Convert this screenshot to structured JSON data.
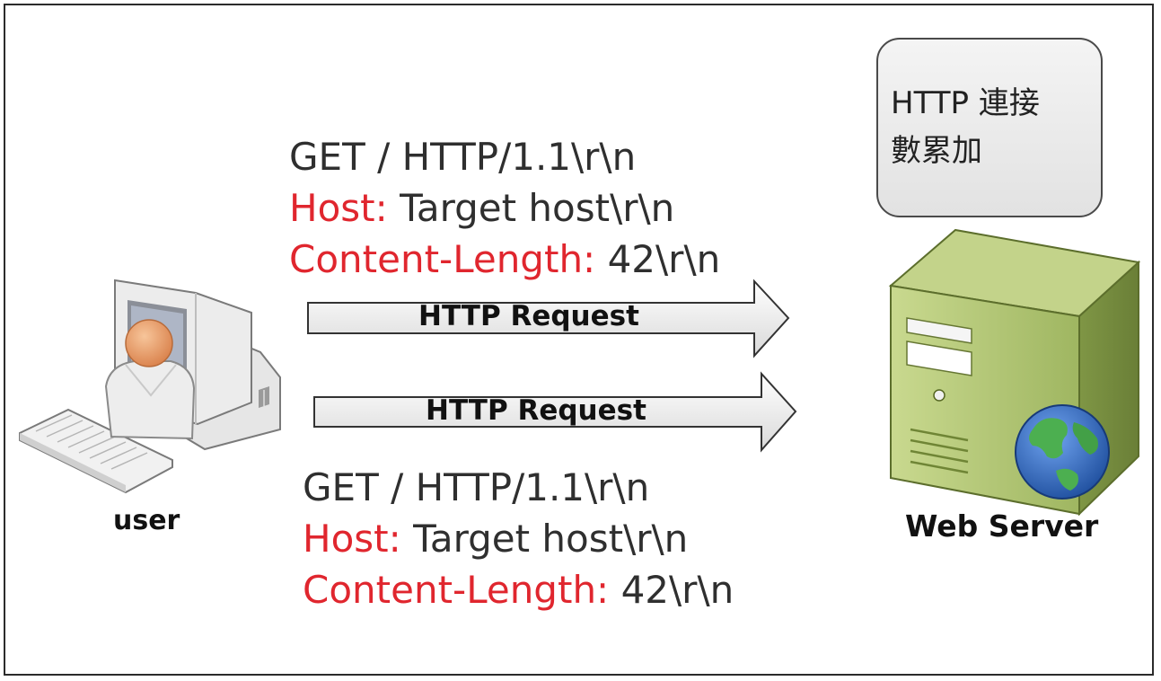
{
  "requests": [
    {
      "request_line": "GET / HTTP/1.1\\r\\n",
      "headers": [
        {
          "key": "Host:",
          "value": "Target host\\r\\n"
        },
        {
          "key": "Content-Length:",
          "value": "42\\r\\n"
        }
      ]
    },
    {
      "request_line": "GET / HTTP/1.1\\r\\n",
      "headers": [
        {
          "key": "Host:",
          "value": "Target host\\r\\n"
        },
        {
          "key": "Content-Length:",
          "value": "42\\r\\n"
        }
      ]
    }
  ],
  "arrows": [
    {
      "label": "HTTP Request"
    },
    {
      "label": "HTTP Request"
    }
  ],
  "client": {
    "label": "user",
    "icon": "user-computer-icon"
  },
  "server": {
    "label": "Web Server",
    "icon": "web-server-icon",
    "note": {
      "lines": [
        "HTTP 連接",
        "數累加"
      ]
    }
  },
  "colors": {
    "header_key": "#e0262e",
    "text": "#2f2f2f",
    "server_body": "#a7bf6a",
    "globe": "#2f63b8"
  }
}
